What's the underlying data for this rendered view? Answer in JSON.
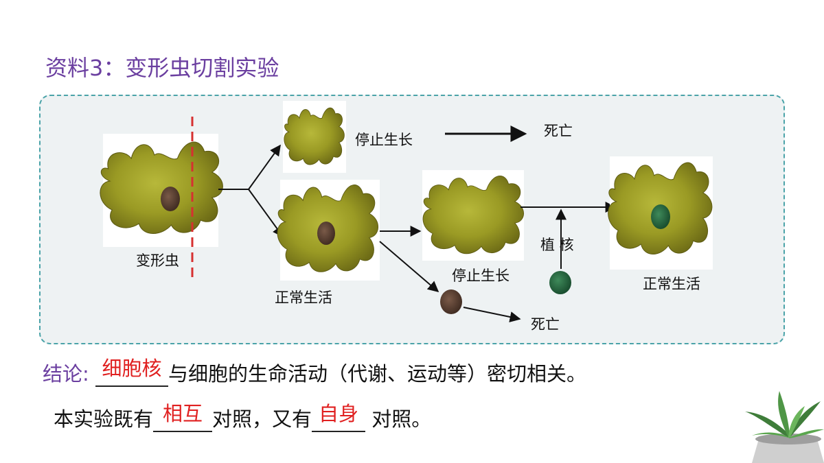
{
  "title": "资料3：变形虫切割实验",
  "labels": {
    "amoeba": "变形虫",
    "stop_growth_top": "停止生长",
    "death_top": "死亡",
    "normal_life_mid": "正常生活",
    "stop_growth_mid": "停止生长",
    "nucleus_transplant": "植 核",
    "normal_life_right": "正常生活",
    "death_bottom": "死亡"
  },
  "conclusion": {
    "prefix": "结论:",
    "answer1": "细胞核",
    "rest": "与细胞的生命活动（代谢、运动等）密切相关。"
  },
  "line2": {
    "part1": "本实验既有",
    "answer2": "相互",
    "part2": "对照，又有",
    "answer3": "自身",
    "part3": " 对照。"
  },
  "colors": {
    "title": "#6b3fa0",
    "answer": "#e02020",
    "panel_border": "#4aa3a8",
    "cut_line": "#d63030"
  },
  "icons": [
    "amoeba-image",
    "nucleus-icon",
    "succulent-plant-icon"
  ]
}
